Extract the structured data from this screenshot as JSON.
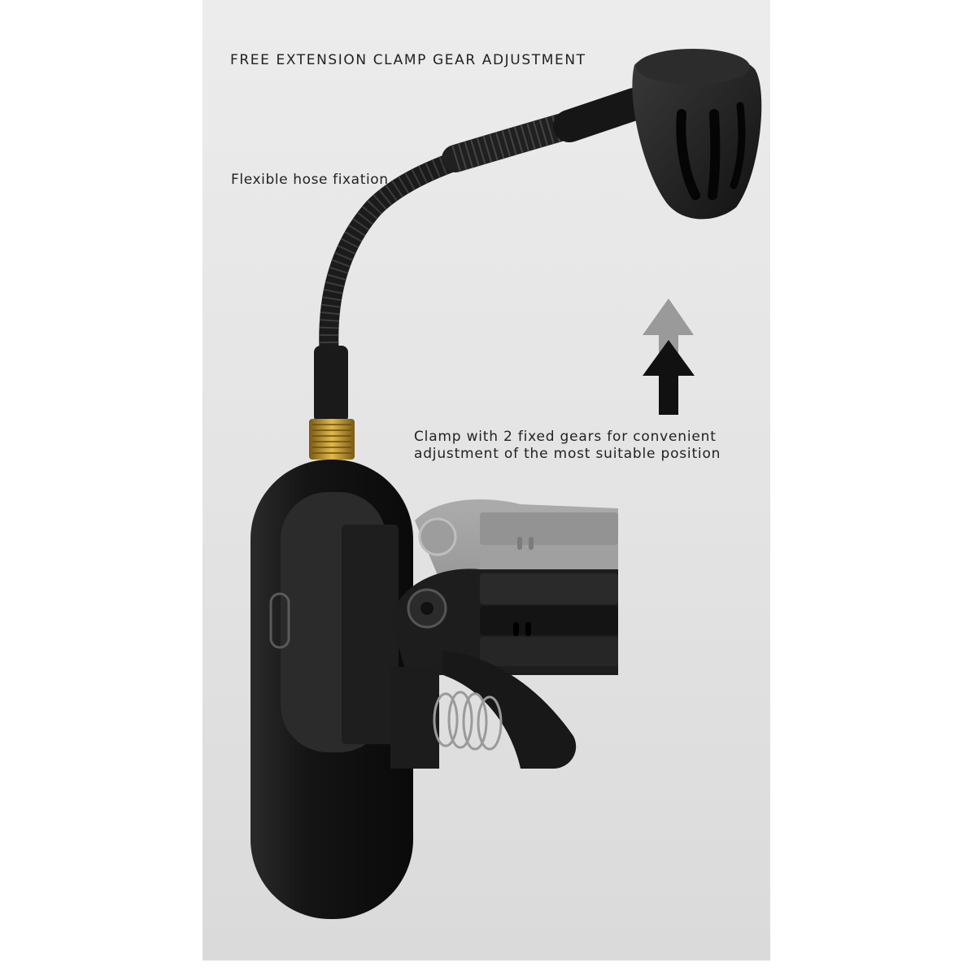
{
  "captions": {
    "title": "FREE EXTENSION CLAMP GEAR ADJUSTMENT",
    "hose": "Flexible hose fixation",
    "clamp_line1": "Clamp with 2 fixed gears for convenient",
    "clamp_line2": "adjustment of the most suitable position"
  },
  "colors": {
    "background": "#e6e6e6",
    "device": "#161616",
    "connector": "#b8932e",
    "arrow_front": "#111111",
    "arrow_back": "#9a9a9a"
  },
  "icons": [
    "microphone-head-icon",
    "gooseneck-hose-icon",
    "usb-c-port-icon",
    "spring-icon",
    "up-arrow-icon"
  ]
}
